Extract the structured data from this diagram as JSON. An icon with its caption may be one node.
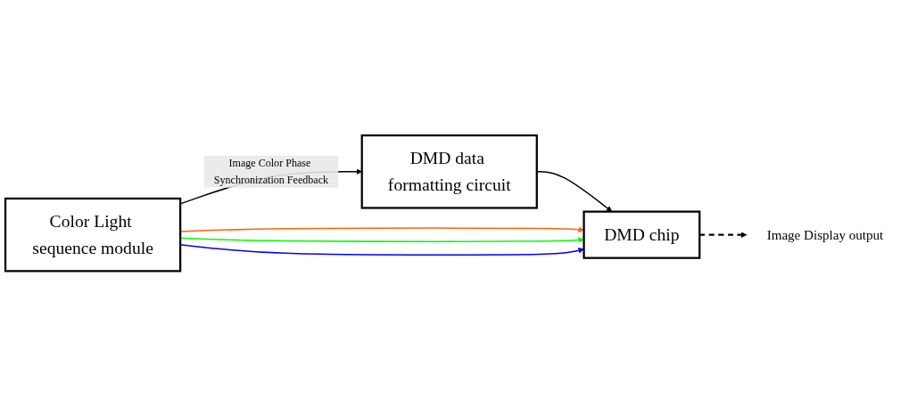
{
  "diagram": {
    "nodes": [
      {
        "text": [
          "DMD data formatting circuit"
        ]
      },
      {
        "text": [
          "DMD chip"
        ]
      },
      {
        "text": [
          "Image Display output"
        ]
      },
      {
        "text": [
          "Color Light sequence module"
        ]
      }
    ],
    "edges": [
      {
        "from": 0,
        "to": 1,
        "arrow": "to"
      },
      {
        "from": 1,
        "to": 2,
        "arrow": "to",
        "style": "dashed"
      },
      {
        "from": 3,
        "to": 1,
        "arrow": "to",
        "color": "#ff6600"
      },
      {
        "from": 3,
        "to": 1,
        "arrow": "to",
        "color": "#00ff00"
      },
      {
        "from": 3,
        "to": 1,
        "arrow": "to",
        "color": "#0000ff"
      },
      {
        "from": 3,
        "to": 0,
        "arrow": "to",
        "label": "Image Color Phase Synchronization Feedback"
      }
    ]
  }
}
